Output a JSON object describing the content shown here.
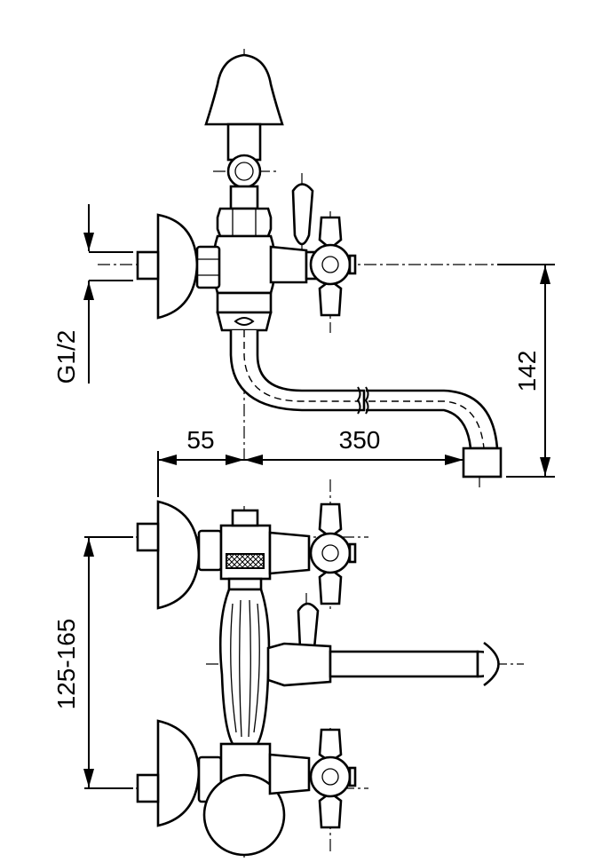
{
  "dimensions": {
    "thread": "G1/2",
    "height": "142",
    "offset": "55",
    "spout_length": "350",
    "spacing": "125-165"
  }
}
